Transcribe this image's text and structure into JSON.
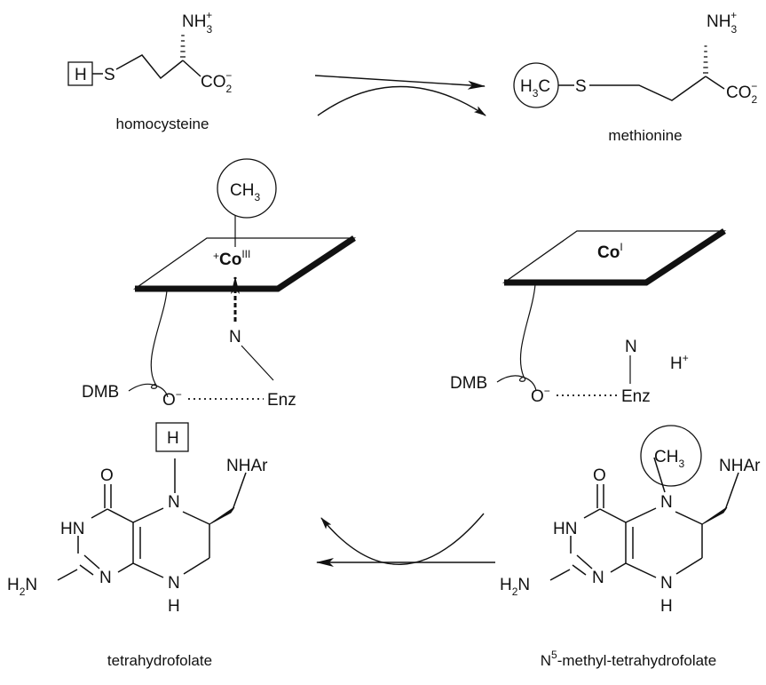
{
  "molecules": {
    "homocysteine": {
      "caption": "homocysteine",
      "h": "H",
      "s": "S",
      "nh3": "NH",
      "nh3_sub": "3",
      "nh3_sup": "+",
      "co2": "CO",
      "co2_sub": "2",
      "co2_sup": "−"
    },
    "methionine": {
      "caption": "methionine",
      "h3c_h": "H",
      "h3c_sub": "3",
      "h3c_c": "C",
      "s": "S",
      "nh3": "NH",
      "nh3_sub": "3",
      "nh3_sup": "+",
      "co2": "CO",
      "co2_sub": "2",
      "co2_sup": "−"
    },
    "tetrahydrofolate": {
      "caption": "tetrahydrofolate",
      "o": "O",
      "h_boxed": "H",
      "n5": "N",
      "nhar": "NHAr",
      "hn": "HN",
      "n_ring": "N",
      "h2n_h": "H",
      "h2n_sub": "2",
      "h2n_n": "N",
      "n8": "N",
      "n8h": "H"
    },
    "methyl_thf": {
      "caption_n": "N",
      "caption_sup": "5",
      "caption_rest": "-methyl-tetrahydrofolate",
      "ch3": "CH",
      "ch3_sub": "3",
      "o": "O",
      "n5": "N",
      "nhar": "NHAr",
      "hn": "HN",
      "n_ring": "N",
      "h2n_h": "H",
      "h2n_sub": "2",
      "h2n_n": "N",
      "n8": "N",
      "n8h": "H"
    }
  },
  "cobalamin_left": {
    "ch3": "CH",
    "ch3_sub": "3",
    "charge": "+",
    "co": "Co",
    "co_sup": "III",
    "n": "N",
    "dmb": "DMB",
    "o": "O",
    "o_sup": "−",
    "enz": "Enz"
  },
  "cobalamin_right": {
    "co": "Co",
    "co_sup": "I",
    "n": "N",
    "h": "H",
    "h_sup": "+",
    "dmb": "DMB",
    "o": "O",
    "o_sup": "−",
    "enz": "Enz"
  }
}
